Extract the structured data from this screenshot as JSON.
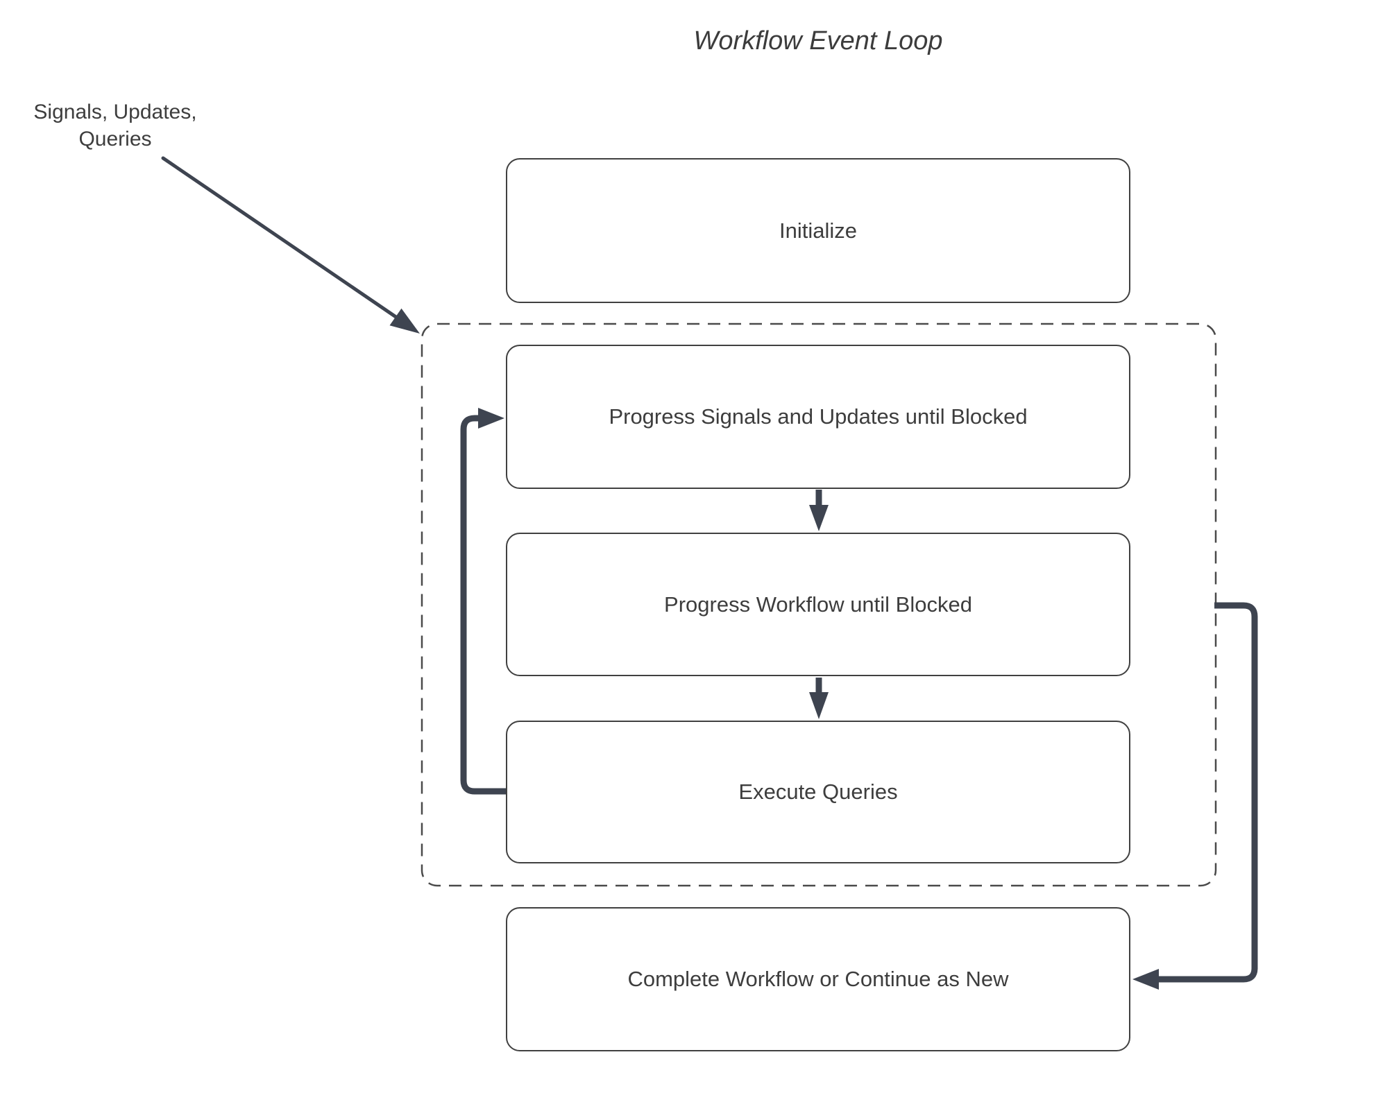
{
  "diagram": {
    "title": "Workflow Event Loop",
    "annotation": {
      "line1": "Signals, Updates,",
      "line2": "Queries"
    },
    "nodes": {
      "initialize": "Initialize",
      "progress_signals_updates": "Progress Signals and Updates until Blocked",
      "progress_workflow": "Progress Workflow until Blocked",
      "execute_queries": "Execute Queries",
      "complete_workflow": "Complete Workflow or Continue as New"
    },
    "colors": {
      "background": "#ffffff",
      "arrow": "#3e4450",
      "node_border": "#404040",
      "boundary_border": "#4a4a4a",
      "text": "#3d3d3d"
    }
  }
}
